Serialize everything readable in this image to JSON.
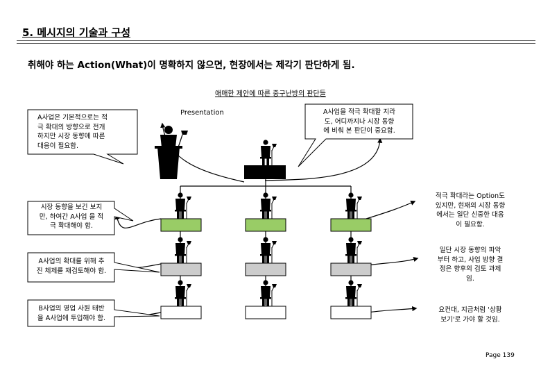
{
  "title": "5. 메시지의 기술과 구성",
  "subtitle": "취해야 하는 Action(What)이 명확하지 않으면, 현장에서는 제각기 판단하게 됨.",
  "caption": "애매한 제안에 따른 중구난방의 판단들",
  "presentation_label": "Presentation",
  "bubbles": {
    "left_1": "A사업은 기본적으로는 적\n극 확대의 방향으로 전개\n하지만 시장 동향에 따른\n대응이 필요함.",
    "top_right": "A사업을 적극 확대할 지라\n도, 어디까지나 시장 동향\n에 비춰 본 판단이 중요함.",
    "left_2": "시장 동향을 보긴 보지\n만, 하여간 A사업 을 적\n극 확대해야 함.",
    "right_2": "적극 확대라는 Option도\n있지만, 현재의 시장 동향\n에서는 일단 신중한 대응\n이 필요함.",
    "left_3": "A사업의 확대를 위해 추\n진 체제를 재검토해야 함.",
    "right_3": "일단 시장 동향의 파악\n부터 하고, 사업 방향 결\n정은 향후의 검토 과제\n임.",
    "left_4": "B사업의 영업 사원 태반\n을 A사업에 투입해야 함.",
    "right_4": "요컨대, 지금처럼 '상황\n보기'로 가야 할 것임."
  },
  "page_number": "Page 139",
  "colors": {
    "manager_box": "#000000",
    "row1_boxes": "#99cc66",
    "row2_boxes": "#cccccc",
    "row3_boxes": "#ffffff",
    "line": "#000000"
  },
  "icons": {
    "presenter": "presenter-at-podium-icon",
    "person": "person-with-lamp-icon"
  }
}
